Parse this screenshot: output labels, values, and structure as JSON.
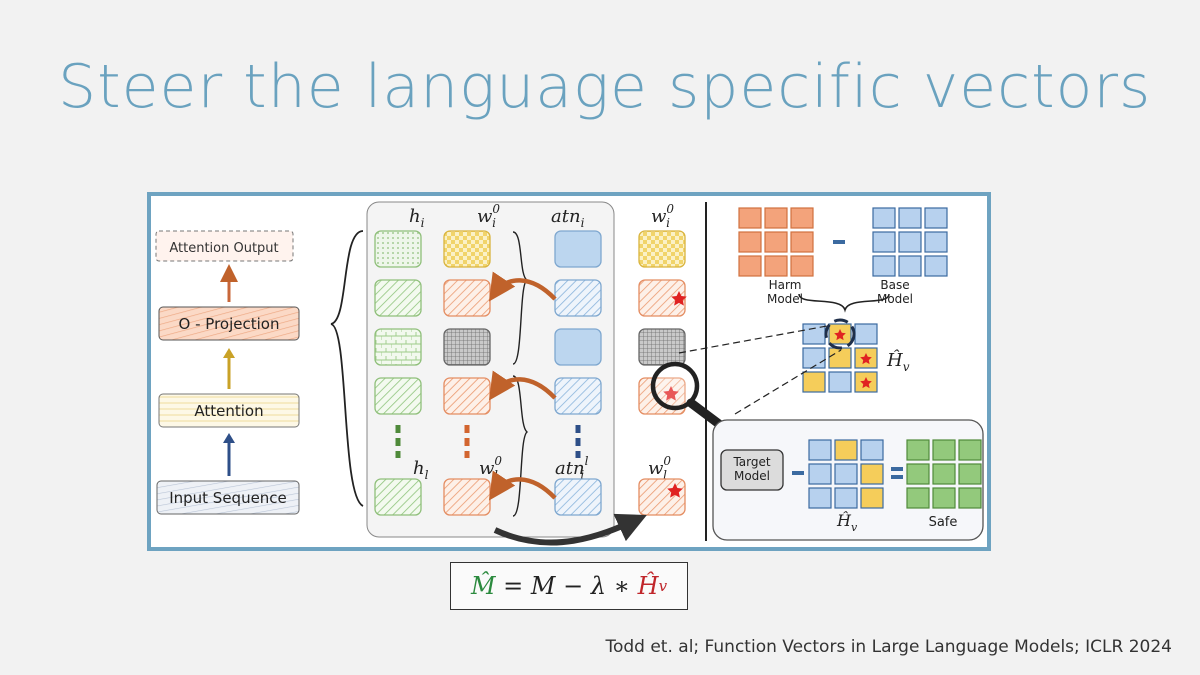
{
  "slide": {
    "title": "Steer the language specific vectors",
    "citation": "Todd et. al; Function Vectors in Large Language Models; ICLR 2024"
  },
  "pipeline": {
    "stages": [
      "Attention Output",
      "O - Projection",
      "Attention",
      "Input Sequence"
    ]
  },
  "columns": {
    "h_label": "h",
    "h_sub": "i",
    "w_label": "w",
    "w_sup": "0",
    "w_sub": "i",
    "atn_label": "atn",
    "atn_sub": "i",
    "hl_sub": "l",
    "atnl_sup": "l",
    "wl_sub": "l"
  },
  "model_diff": {
    "harm": "Harm\nModel",
    "base": "Base\nModel",
    "hv_label": "Ĥ",
    "hv_sub": "v"
  },
  "steering": {
    "target": "Target\nModel",
    "hv_label": "Ĥ",
    "hv_sub": "v",
    "safe": "Safe"
  },
  "formula": {
    "lhs": "M̂",
    "eq": " = M − λ ∗ ",
    "rhs": "Ĥ",
    "rhs_sub": "v"
  },
  "colors": {
    "frame": "#6ea3c1",
    "title": "#6aa2bf",
    "harm": "#f0a27a",
    "base": "#a8c8e8",
    "yellow": "#f5cd5a",
    "green": "#9bcf8a",
    "arrow": "#c0622b"
  }
}
